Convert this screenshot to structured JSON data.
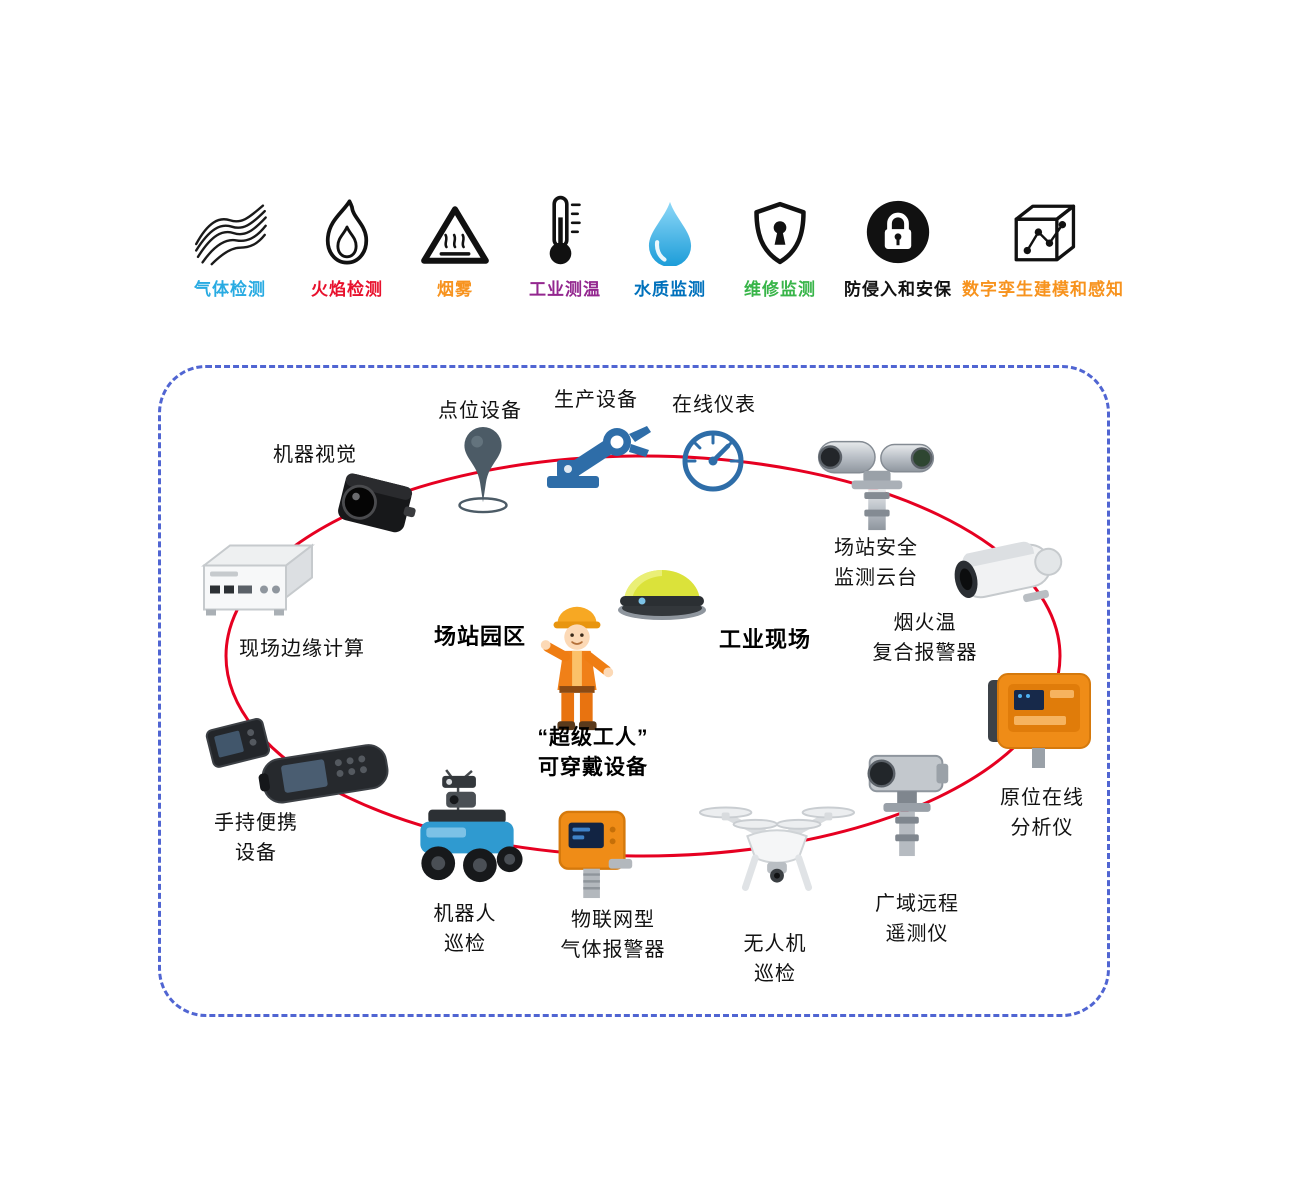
{
  "legend": {
    "items": [
      {
        "label": "气体检测",
        "color": "#29abe2",
        "icon": "gas-waves-icon"
      },
      {
        "label": "火焰检测",
        "color": "#e8112d",
        "icon": "flame-icon"
      },
      {
        "label": "烟雾",
        "color": "#f7931e",
        "icon": "smoke-warning-icon"
      },
      {
        "label": "工业测温",
        "color": "#93278f",
        "icon": "thermometer-icon"
      },
      {
        "label": "水质监测",
        "color": "#0071bc",
        "icon": "water-drop-icon"
      },
      {
        "label": "维修监测",
        "color": "#39b54a",
        "icon": "shield-keyhole-icon"
      },
      {
        "label": "防侵入和安保",
        "color": "#111111",
        "icon": "padlock-circle-icon"
      },
      {
        "label": "数字孪生建模和感知",
        "color": "#f7931e",
        "icon": "digital-twin-cube-icon"
      }
    ]
  },
  "diagram": {
    "colors": {
      "panel_border": "#5065d2",
      "ellipse": "#e60021"
    },
    "zones": {
      "station_campus": "场站园区",
      "industrial_site": "工业现场",
      "super_worker": "“超级工人”\n可穿戴设备"
    },
    "nodes": {
      "machine_vision": "机器视觉",
      "point_device": "点位设备",
      "production_equipment": "生产设备",
      "online_instrument": "在线仪表",
      "station_security_ptz": "场站安全\n监测云台",
      "smoke_fire_temp_alarm": "烟火温\n复合报警器",
      "insitu_online_analyzer": "原位在线\n分析仪",
      "wide_area_telemetry": "广域远程\n遥测仪",
      "drone_inspection": "无人机\n巡检",
      "iot_gas_alarm": "物联网型\n气体报警器",
      "robot_inspection": "机器人\n巡检",
      "handheld_portable": "手持便携\n设备",
      "field_edge_computing": "现场边缘计算"
    }
  }
}
